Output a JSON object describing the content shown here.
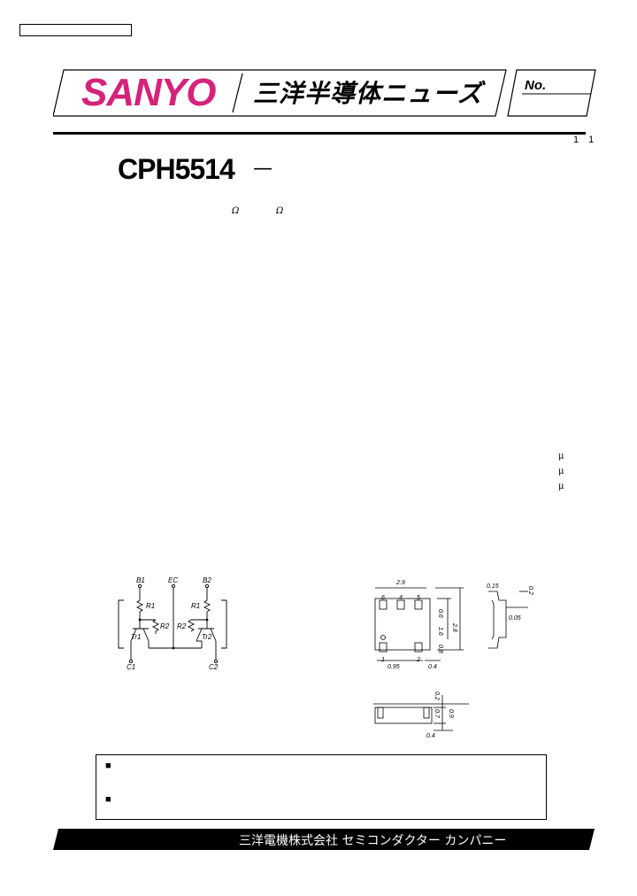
{
  "header": {
    "logo": "SANYO",
    "title": "三洋半導体ニューズ",
    "no_label": "No."
  },
  "page_number": "1 1",
  "part_number": "CPH5514",
  "part_dash": "—",
  "ohm_symbol": "Ω",
  "mu_symbol": "μ",
  "circuit": {
    "B1": "B1",
    "EC": "EC",
    "B2": "B2",
    "R1_left": "R1",
    "R2_left": "R2",
    "Tr1": "Tr1",
    "R1_right": "R1",
    "R2_right": "R2",
    "Tr2": "Tr2",
    "C1": "C1",
    "C2": "C2"
  },
  "package": {
    "dim_29": "2.9",
    "pin6": "6",
    "pin4": "4",
    "pin5": "5",
    "pin1": "1",
    "pin2": "2",
    "dim_06": "0.6",
    "dim_16": "1.6",
    "dim_28": "2.8",
    "dim_08": "0.8",
    "dim_095": "0.95",
    "dim_04": "0.4",
    "dim_015": "0.15",
    "dim_02": "0.2",
    "dim_005": "0.05",
    "dim_012": "0.2",
    "dim_07": "0.7",
    "dim_09": "0.9",
    "dim_04b": "0.4"
  },
  "notice": {
    "bullet": "■"
  },
  "footer": {
    "text": "三洋電機株式会社 セミコンダクター カンパニー"
  }
}
